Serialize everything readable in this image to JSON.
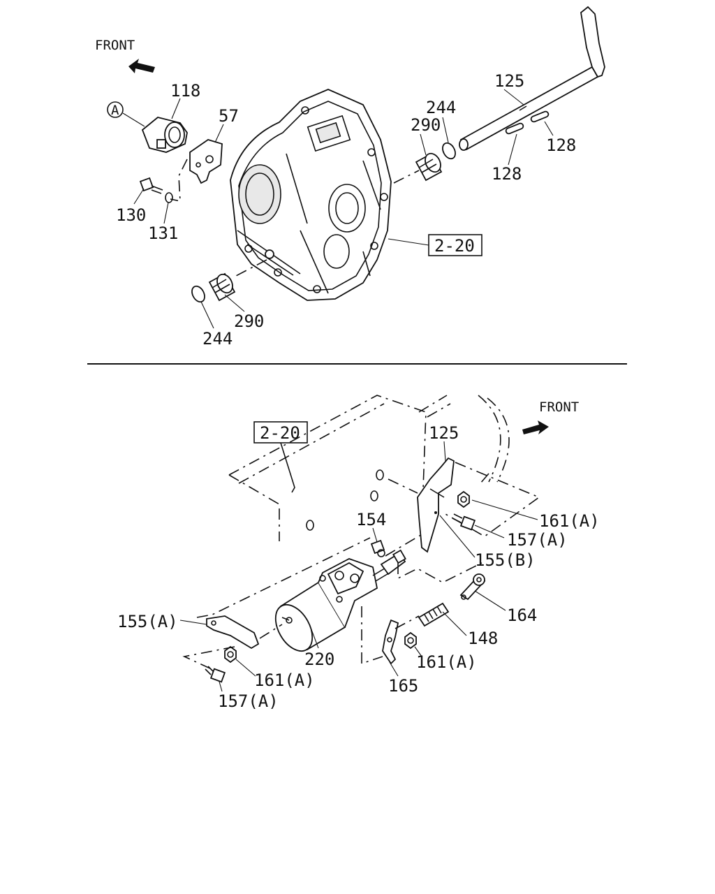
{
  "top_view": {
    "front_label": "FRONT",
    "circle_marker": "A",
    "ref_box": "2-20",
    "parts": {
      "p118": "118",
      "p57": "57",
      "p130": "130",
      "p131": "131",
      "p125": "125",
      "p244a": "244",
      "p290a": "290",
      "p128a": "128",
      "p128b": "128",
      "p290b": "290",
      "p244b": "244"
    }
  },
  "bottom_view": {
    "front_label": "FRONT",
    "ref_box": "2-20",
    "parts": {
      "p125": "125",
      "p161a": "161(A)",
      "p157a": "157(A)",
      "p155b": "155(B)",
      "p154": "154",
      "p164": "164",
      "p148": "148",
      "p161b": "161(A)",
      "p165": "165",
      "p155a": "155(A)",
      "p220": "220",
      "p161c": "161(A)",
      "p157b": "157(A)"
    }
  },
  "icons": [
    "front-arrow-icon",
    "circle-a-icon"
  ]
}
